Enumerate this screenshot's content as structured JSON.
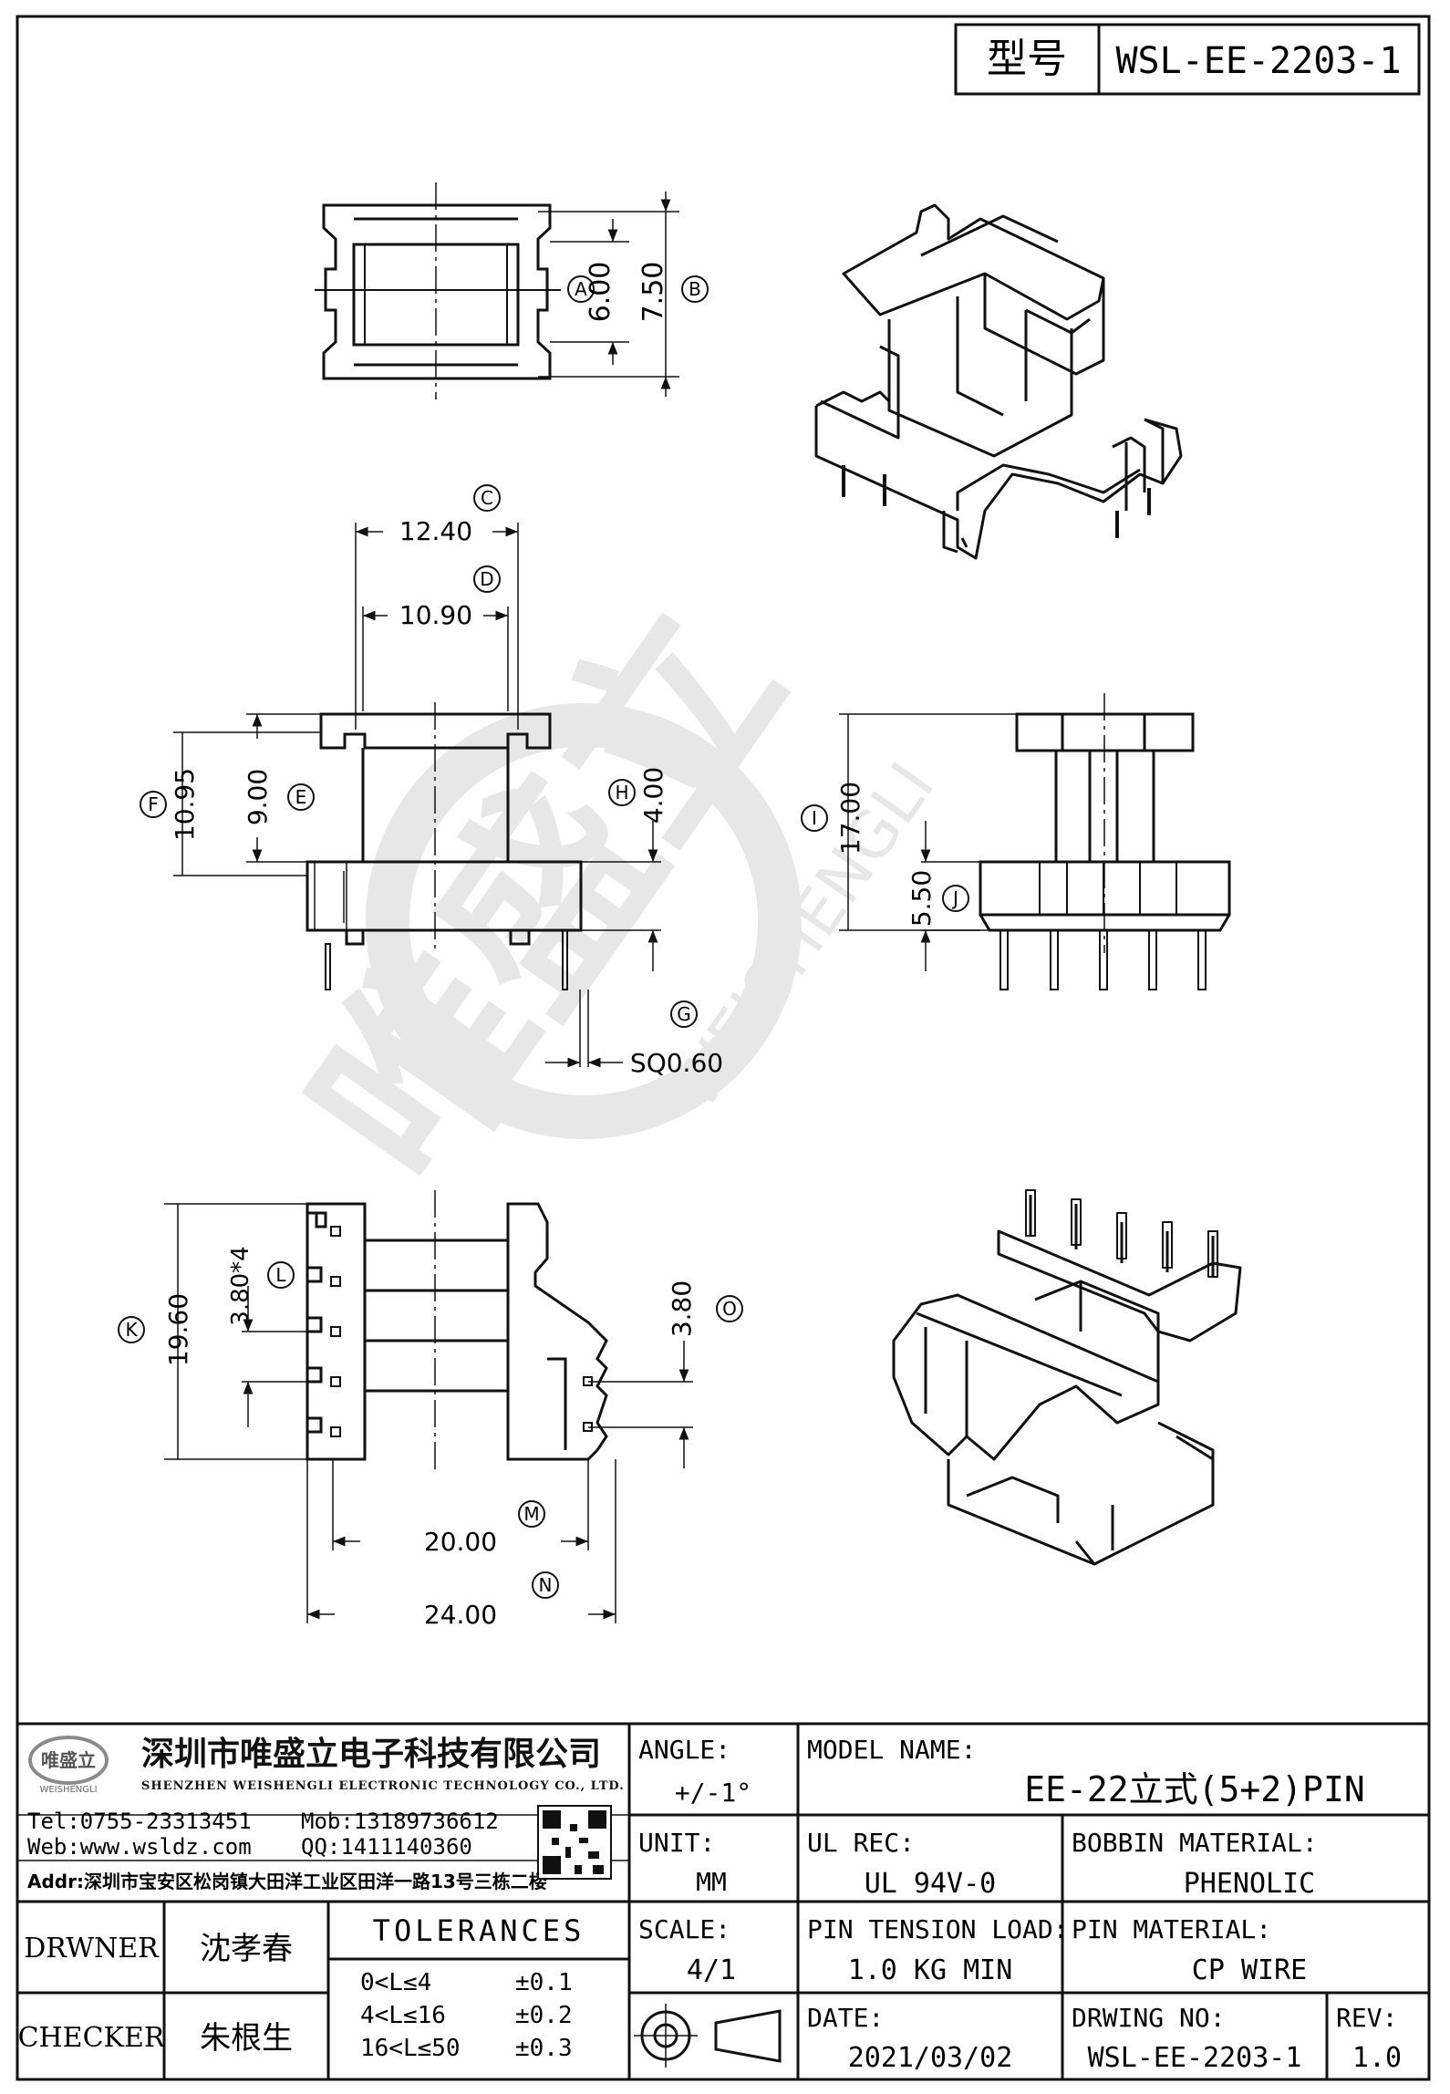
{
  "title_block": {
    "model_label": "型号",
    "model_value": "WSL-EE-2203-1"
  },
  "dimensions": {
    "A": {
      "letter": "A",
      "value": "6.00"
    },
    "B": {
      "letter": "B",
      "value": "7.50"
    },
    "C": {
      "letter": "C",
      "value": "12.40"
    },
    "D": {
      "letter": "D",
      "value": "10.90"
    },
    "E": {
      "letter": "E",
      "value": "9.00"
    },
    "F": {
      "letter": "F",
      "value": "10.95"
    },
    "G": {
      "letter": "G",
      "value": "SQ0.60"
    },
    "H": {
      "letter": "H",
      "value": "4.00"
    },
    "I": {
      "letter": "I",
      "value": "17.00"
    },
    "J": {
      "letter": "J",
      "value": "5.50"
    },
    "K": {
      "letter": "K",
      "value": "19.60"
    },
    "L": {
      "letter": "L",
      "value": "3.80*4"
    },
    "M": {
      "letter": "M",
      "value": "20.00"
    },
    "N": {
      "letter": "N",
      "value": "24.00"
    },
    "O": {
      "letter": "O",
      "value": "3.80"
    }
  },
  "watermark": {
    "brand_cn": "唯盛立",
    "brand_en": "WEISHENGLI"
  },
  "company": {
    "logo_text": "唯盛立",
    "logo_sub": "WEISHENGLI",
    "name_cn": "深圳市唯盛立电子科技有限公司",
    "name_en": "SHENZHEN WEISHENGLI ELECTRONIC TECHNOLOGY CO., LTD.",
    "tel": "Tel:0755-23313451",
    "mob": "Mob:13189736612",
    "web": "Web:www.wsldz.com",
    "qq": "QQ:1411140360",
    "addr": "Addr:深圳市宝安区松岗镇大田洋工业区田洋一路13号三栋二楼"
  },
  "fields": {
    "angle_label": "ANGLE:",
    "angle_value": "+/-1°",
    "model_name_label": "MODEL NAME:",
    "model_name_value": "EE-22立式(5+2)PIN",
    "unit_label": "UNIT:",
    "unit_value": "MM",
    "ul_label": "UL REC:",
    "ul_value": "UL 94V-0",
    "bobbin_label": "BOBBIN MATERIAL:",
    "bobbin_value": "PHENOLIC",
    "scale_label": "SCALE:",
    "scale_value": "4/1",
    "tension_label": "PIN TENSION LOAD:",
    "tension_value": "1.0 KG MIN",
    "pin_material_label": "PIN MATERIAL:",
    "pin_material_value": "CP WIRE",
    "date_label": "DATE:",
    "date_value": "2021/03/02",
    "drawing_no_label": "DRWING NO:",
    "drawing_no_value": "WSL-EE-2203-1",
    "rev_label": "REV:",
    "rev_value": "1.0",
    "drawer_label": "DRWNER",
    "drawer_value": "沈孝春",
    "checker_label": "CHECKER",
    "checker_value": "朱根生",
    "tolerances_title": "TOLERANCES",
    "tol_rows": [
      {
        "range": "0<L≤4",
        "tol": "±0.1"
      },
      {
        "range": "4<L≤16",
        "tol": "±0.2"
      },
      {
        "range": "16<L≤50",
        "tol": "±0.3"
      }
    ]
  }
}
